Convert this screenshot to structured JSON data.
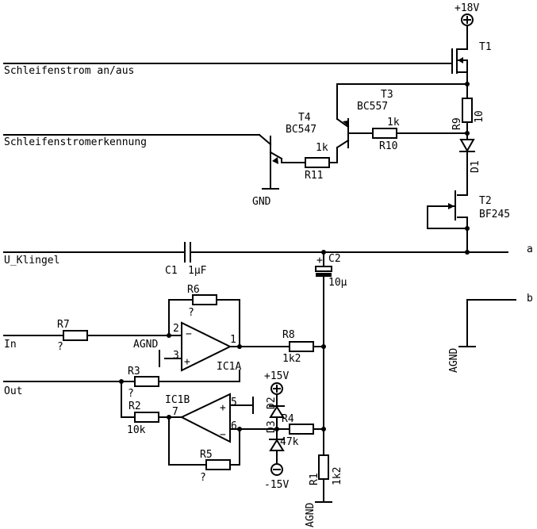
{
  "signals": {
    "loop_current": "Schleifenstrom an/aus",
    "loop_detect": "Schleifenstromerkennung",
    "u_klingel": "U_Klingel",
    "in": "In",
    "out": "Out"
  },
  "supply": {
    "p18": "+18V",
    "p15": "+15V",
    "m15": "-15V",
    "gnd": "GND",
    "agnd": "AGND"
  },
  "terminals": {
    "a": "a",
    "b": "b"
  },
  "transistors": {
    "t1": "T1",
    "t2": "T2",
    "t2_type": "BF245",
    "t3": "T3",
    "t3_type": "BC557",
    "t4": "T4",
    "t4_type": "BC547"
  },
  "resistors": {
    "r1": "R1",
    "r1_val": "1k2",
    "r2": "R2",
    "r2_val": "10k",
    "r3": "R3",
    "r3_val": "?",
    "r4": "R4",
    "r4_val": "47k",
    "r5": "R5",
    "r5_val": "?",
    "r6": "R6",
    "r6_val": "?",
    "r7": "R7",
    "r7_val": "?",
    "r8": "R8",
    "r8_val": "1k2",
    "r9": "R9",
    "r9_val": "10",
    "r10": "R10",
    "r10_val": "1k",
    "r11": "R11",
    "r11_val": "1k"
  },
  "capacitors": {
    "c1": "C1",
    "c1_val": "1µF",
    "c2": "C2",
    "c2_val": "10µ"
  },
  "diodes": {
    "d1": "D1",
    "d2": "D2",
    "d3": "D3"
  },
  "opamps": {
    "ic1a": "IC1A",
    "ic1b": "IC1B",
    "pin1": "1",
    "pin2": "2",
    "pin3": "3",
    "pin5": "5",
    "pin6": "6",
    "pin7": "7"
  }
}
